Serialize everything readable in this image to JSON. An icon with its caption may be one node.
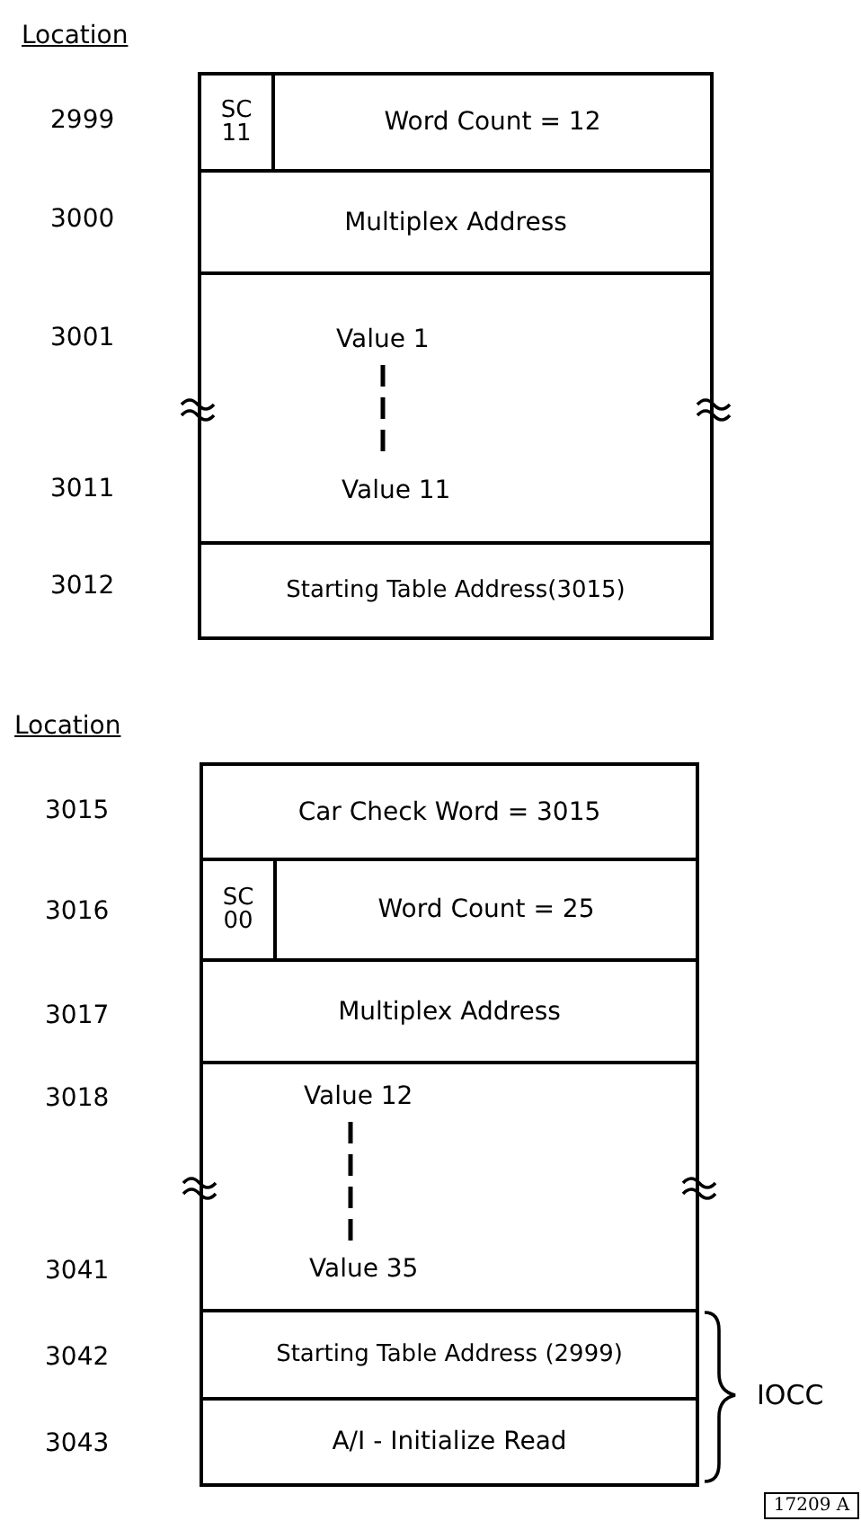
{
  "diagram": {
    "nodes": [
      {
        "text": [
          "SC 11"
        ]
      },
      {
        "text": [
          "Word Count = 12"
        ]
      },
      {
        "text": [
          "Multiplex Address"
        ]
      },
      {
        "text": [
          "Value 1",
          "Value 11"
        ]
      },
      {
        "text": [
          "Starting Table Address(3015)"
        ]
      },
      {
        "text": [
          "Car Check Word = 3015"
        ]
      },
      {
        "text": [
          "SC 00"
        ]
      },
      {
        "text": [
          "Word Count = 25"
        ]
      },
      {
        "text": [
          "Multiplex Address"
        ]
      },
      {
        "text": [
          "Value 12",
          "Value 35"
        ]
      },
      {
        "text": [
          "Starting Table Address (2999)"
        ]
      },
      {
        "text": [
          "A/I - Initialize Read"
        ]
      },
      {
        "text": [
          "17209 A"
        ]
      }
    ],
    "edges": [],
    "labels": [
      "Location",
      "2999",
      "3000",
      "3001",
      "3011",
      "3012",
      "Location",
      "3015",
      "3016",
      "3017",
      "3018",
      "3041",
      "3042",
      "IOCC",
      "3043"
    ]
  }
}
